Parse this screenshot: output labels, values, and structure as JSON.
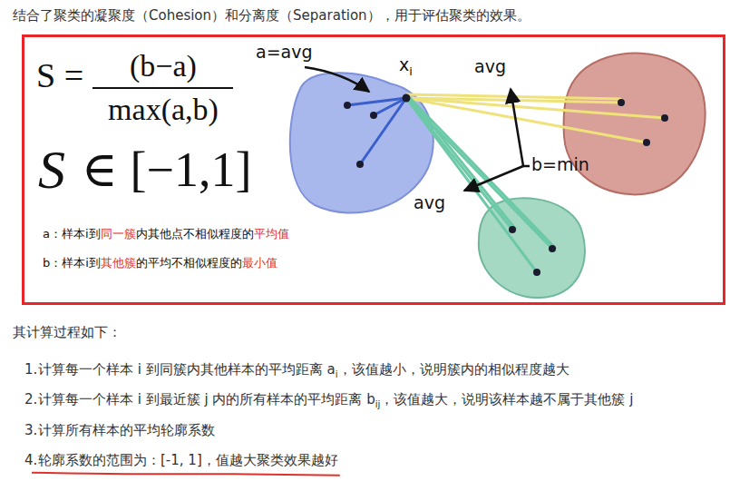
{
  "diagram": {
    "nodes": [
      {
        "text": [
          "S =",
          "(b−a)",
          "max(a,b)",
          "S",
          "∈ [−1,1]",
          "a=avg",
          "x",
          "i",
          "avg",
          "b=min",
          "avg",
          "a：样本i到",
          "同一簇",
          "内其他点不相似程度的",
          "平均值",
          "b：样本i到",
          "其他簇",
          "的平均不相似程度的",
          "最小值"
        ]
      }
    ],
    "labels": [
      "结合了聚类的凝聚度（Cohesion）和分离度（Separation），用于评估聚类的效果。",
      "其计算过程如下：",
      "1.",
      "计算每一个样本 i 到同簇内其他样本的平均距离 a",
      "i",
      "，该值越小，说明簇内的相似程度越大",
      "2.",
      "计算每一个样本 i 到最近簇 j 内的所有样本的平均距离 b",
      "ij",
      "，该值越大，说明该样本越不属于其他簇 j",
      "3.",
      "计算所有样本的平均轮廓系数",
      "4.",
      "轮廓系数的范围为：[-1, 1]，值越大聚类效果越好"
    ]
  }
}
